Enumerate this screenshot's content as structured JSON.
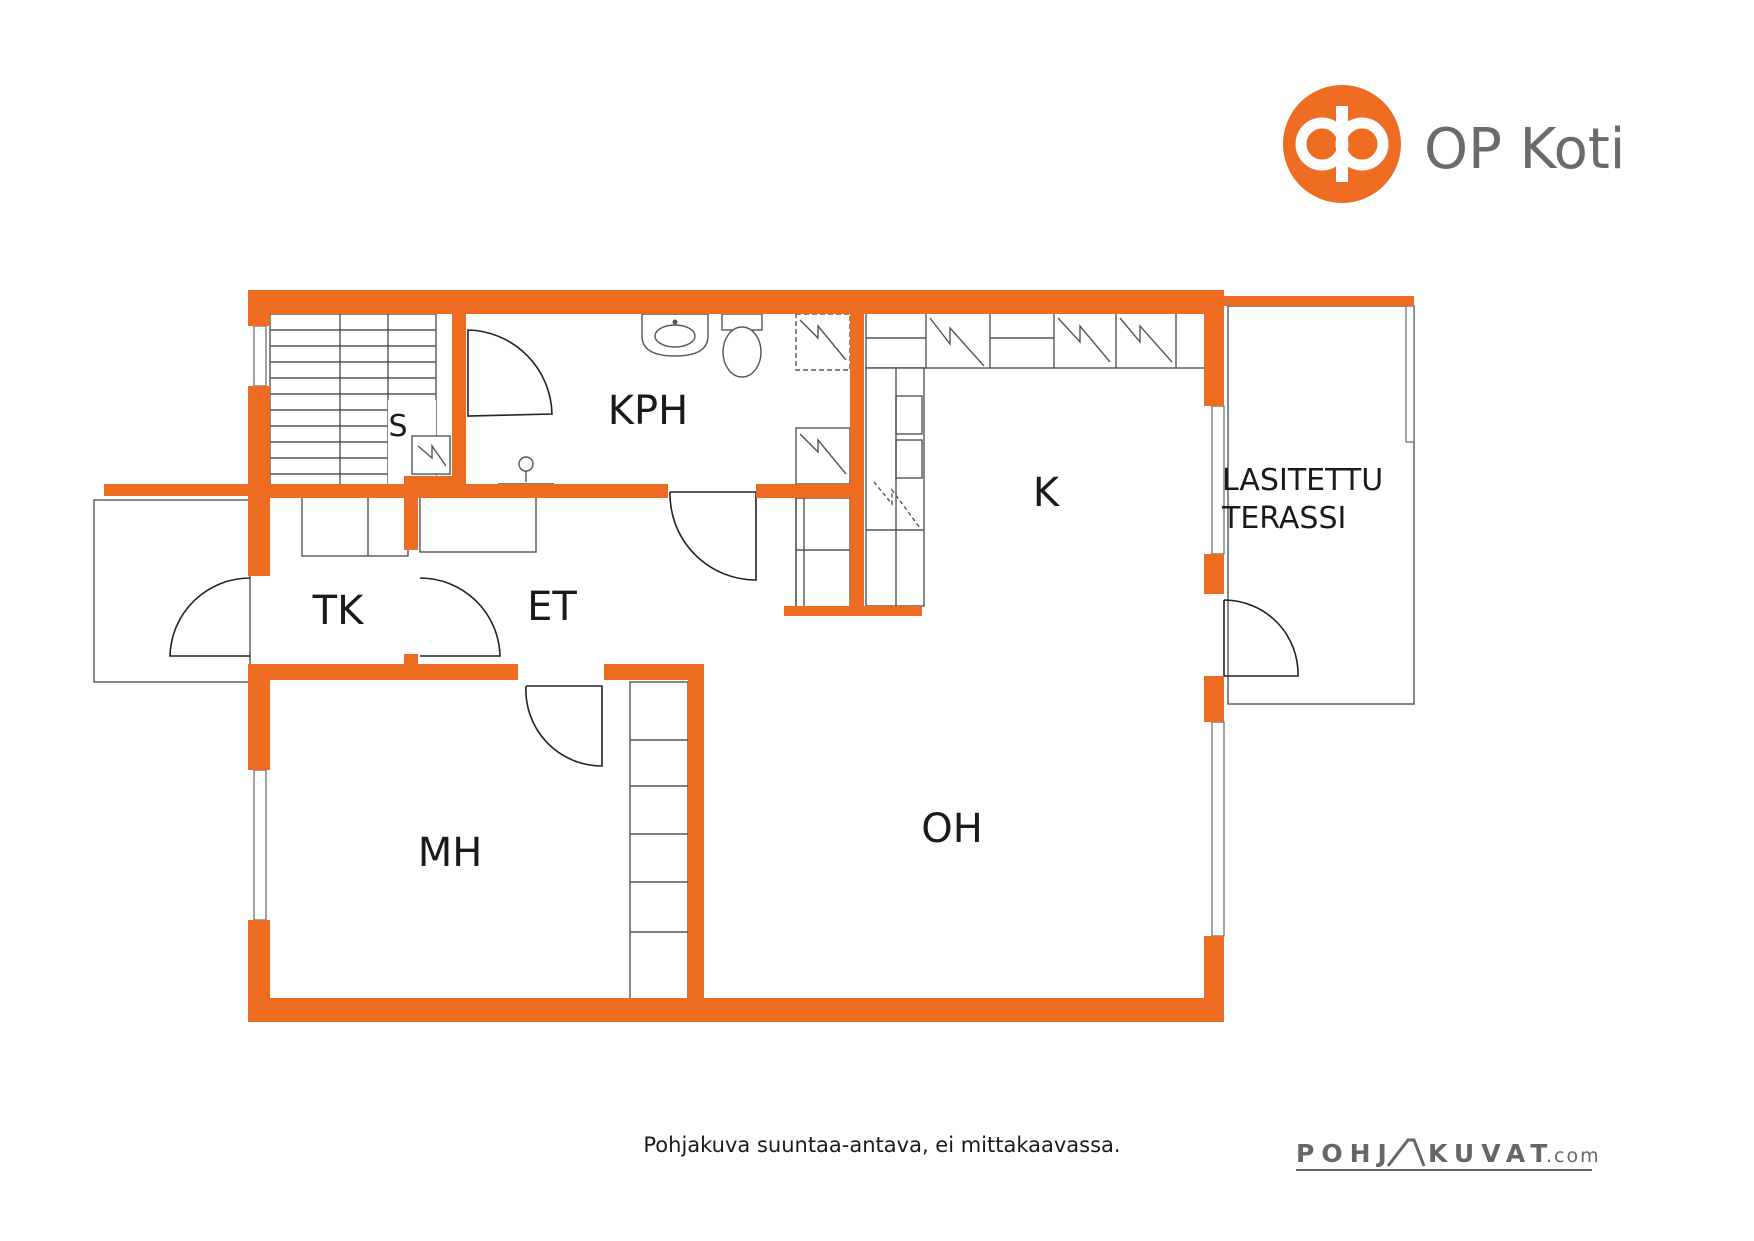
{
  "header": {
    "logo_text": "OP Koti",
    "accent_color": "#ee6b22"
  },
  "rooms": {
    "kph": "KPH",
    "s": "S",
    "k": "K",
    "terrace_line1": "LASITETTU",
    "terrace_line2": "TERASSI",
    "tk": "TK",
    "et": "ET",
    "mh": "MH",
    "oh": "OH"
  },
  "footer": {
    "note": "Pohjakuva suuntaa-antava, ei mittakaavassa.",
    "brand_left": "POHJ",
    "brand_right": "KUVAT",
    "brand_suffix": ".com"
  }
}
